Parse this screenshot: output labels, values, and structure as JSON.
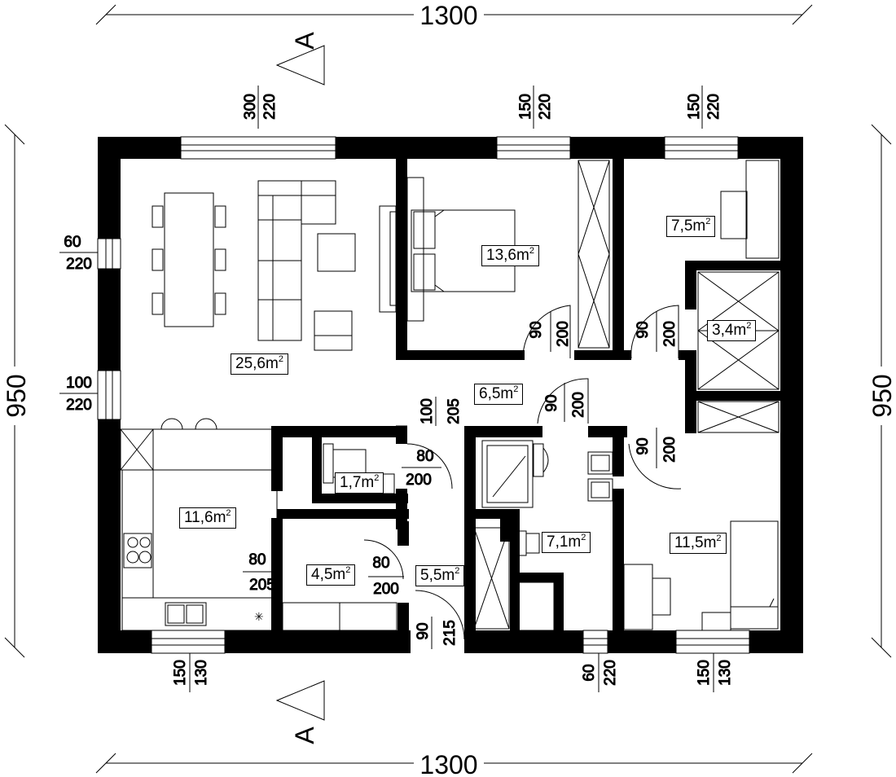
{
  "dimensions": {
    "overall_width": "1300",
    "overall_depth": "950",
    "section_mark": "A"
  },
  "rooms": [
    {
      "id": "living",
      "area": "25,6m",
      "unit_power": "2"
    },
    {
      "id": "bedroom-main",
      "area": "13,6m",
      "unit_power": "2"
    },
    {
      "id": "bedroom-small",
      "area": "7,5m",
      "unit_power": "2"
    },
    {
      "id": "wardrobe",
      "area": "3,4m",
      "unit_power": "2"
    },
    {
      "id": "hall",
      "area": "6,5m",
      "unit_power": "2"
    },
    {
      "id": "kitchen",
      "area": "11,6m",
      "unit_power": "2"
    },
    {
      "id": "wc",
      "area": "1,7m",
      "unit_power": "2"
    },
    {
      "id": "storage",
      "area": "4,5m",
      "unit_power": "2"
    },
    {
      "id": "entrance",
      "area": "5,5m",
      "unit_power": "2"
    },
    {
      "id": "bathroom",
      "area": "7,1m",
      "unit_power": "2"
    },
    {
      "id": "bedroom-3",
      "area": "11,5m",
      "unit_power": "2"
    }
  ],
  "openings": {
    "win_living_top": {
      "w": "300",
      "h": "220"
    },
    "win_bed_top": {
      "w": "150",
      "h": "220"
    },
    "win_small_top": {
      "w": "150",
      "h": "220"
    },
    "win_left_upper": {
      "w": "60",
      "h": "220"
    },
    "win_left_lower": {
      "w": "100",
      "h": "220"
    },
    "win_kitchen_bottom": {
      "w": "150",
      "h": "130"
    },
    "win_bath_bottom": {
      "w": "60",
      "h": "220"
    },
    "win_bed3_bottom": {
      "w": "150",
      "h": "130"
    },
    "door_bed_main": {
      "w": "90",
      "h": "200"
    },
    "door_bed_small": {
      "w": "90",
      "h": "200"
    },
    "door_hall": {
      "w": "90",
      "h": "200"
    },
    "door_bed3": {
      "w": "90",
      "h": "200"
    },
    "door_living": {
      "w": "100",
      "h": "205"
    },
    "door_wc": {
      "w": "80",
      "h": "200"
    },
    "door_kitchen": {
      "w": "80",
      "h": "205"
    },
    "door_storage": {
      "w": "80",
      "h": "200"
    },
    "door_entrance": {
      "w": "90",
      "h": "215"
    }
  }
}
